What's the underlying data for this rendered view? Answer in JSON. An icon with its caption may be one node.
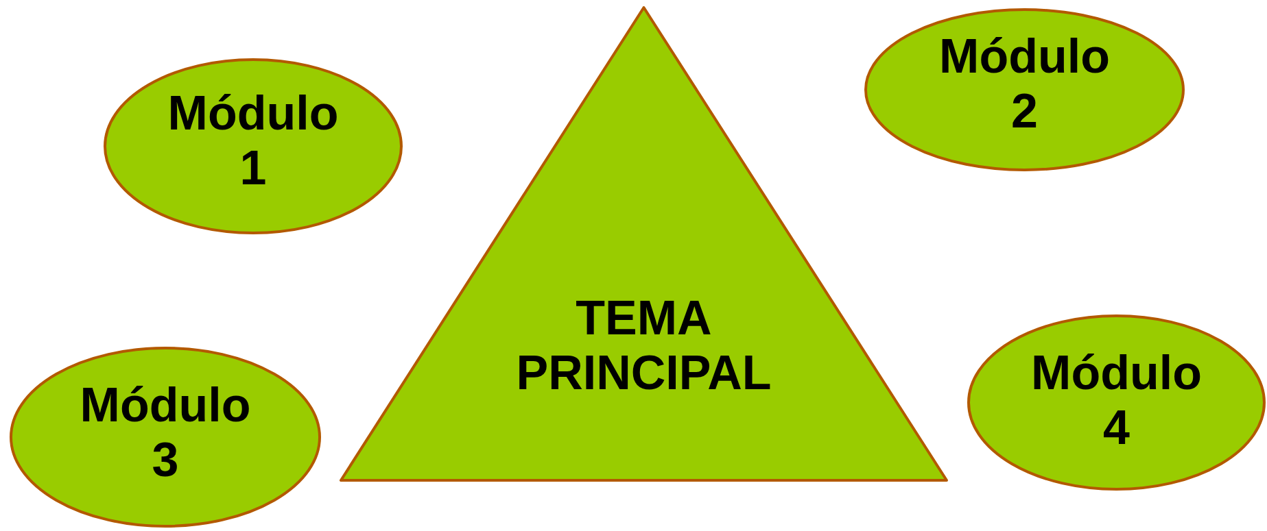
{
  "diagram": {
    "nodes": [
      {
        "text": [
          "Módulo 1"
        ]
      },
      {
        "text": [
          "Módulo 2"
        ]
      },
      {
        "text": [
          "TEMA PRINCIPAL"
        ]
      },
      {
        "text": [
          "Módulo 3"
        ]
      },
      {
        "text": [
          "Módulo 4"
        ]
      }
    ]
  }
}
